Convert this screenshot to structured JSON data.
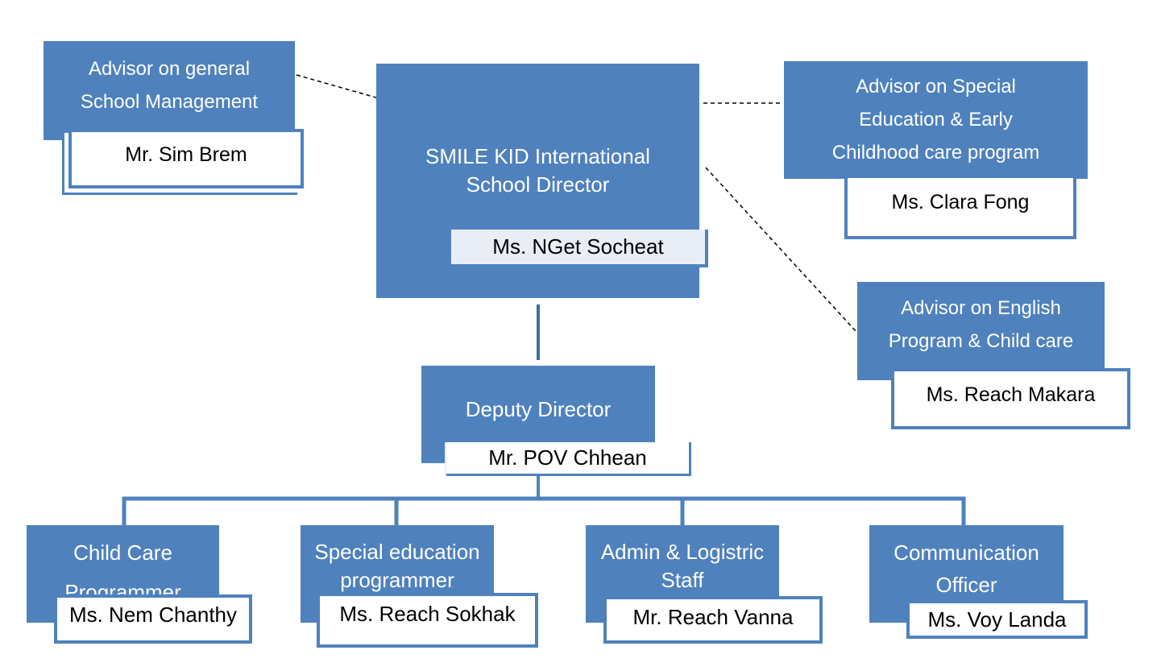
{
  "colors": {
    "box_fill": "#4f81bd",
    "box_text": "#ffffff",
    "name_fill": "#ffffff",
    "connector": "#4f81bd",
    "dashed": "#000000"
  },
  "director": {
    "title": "SMILE KID  International\nSchool Director",
    "name": "Ms. NGet Socheat"
  },
  "advisors": {
    "general": {
      "title": "Advisor on general\nSchool Management",
      "name": "Mr. Sim Brem"
    },
    "special": {
      "title": "Advisor on Special\nEducation & Early\nChildhood  care  program",
      "name": "Ms.  Clara Fong"
    },
    "english": {
      "title": "Advisor on English\nProgram & Child care",
      "name": "Ms. Reach Makara"
    }
  },
  "deputy": {
    "title": "Deputy Director",
    "name": "Mr. POV Chhean"
  },
  "staff": [
    {
      "title": "Child Care\nProgrammer",
      "name": "Ms. Nem Chanthy"
    },
    {
      "title": "Special education\nprogrammer",
      "name": "Ms. Reach Sokhak"
    },
    {
      "title": "Admin & Logistric\nStaff",
      "name": "Mr. Reach Vanna"
    },
    {
      "title": "Communication\nOfficer",
      "name": "Ms. Voy Landa"
    }
  ]
}
